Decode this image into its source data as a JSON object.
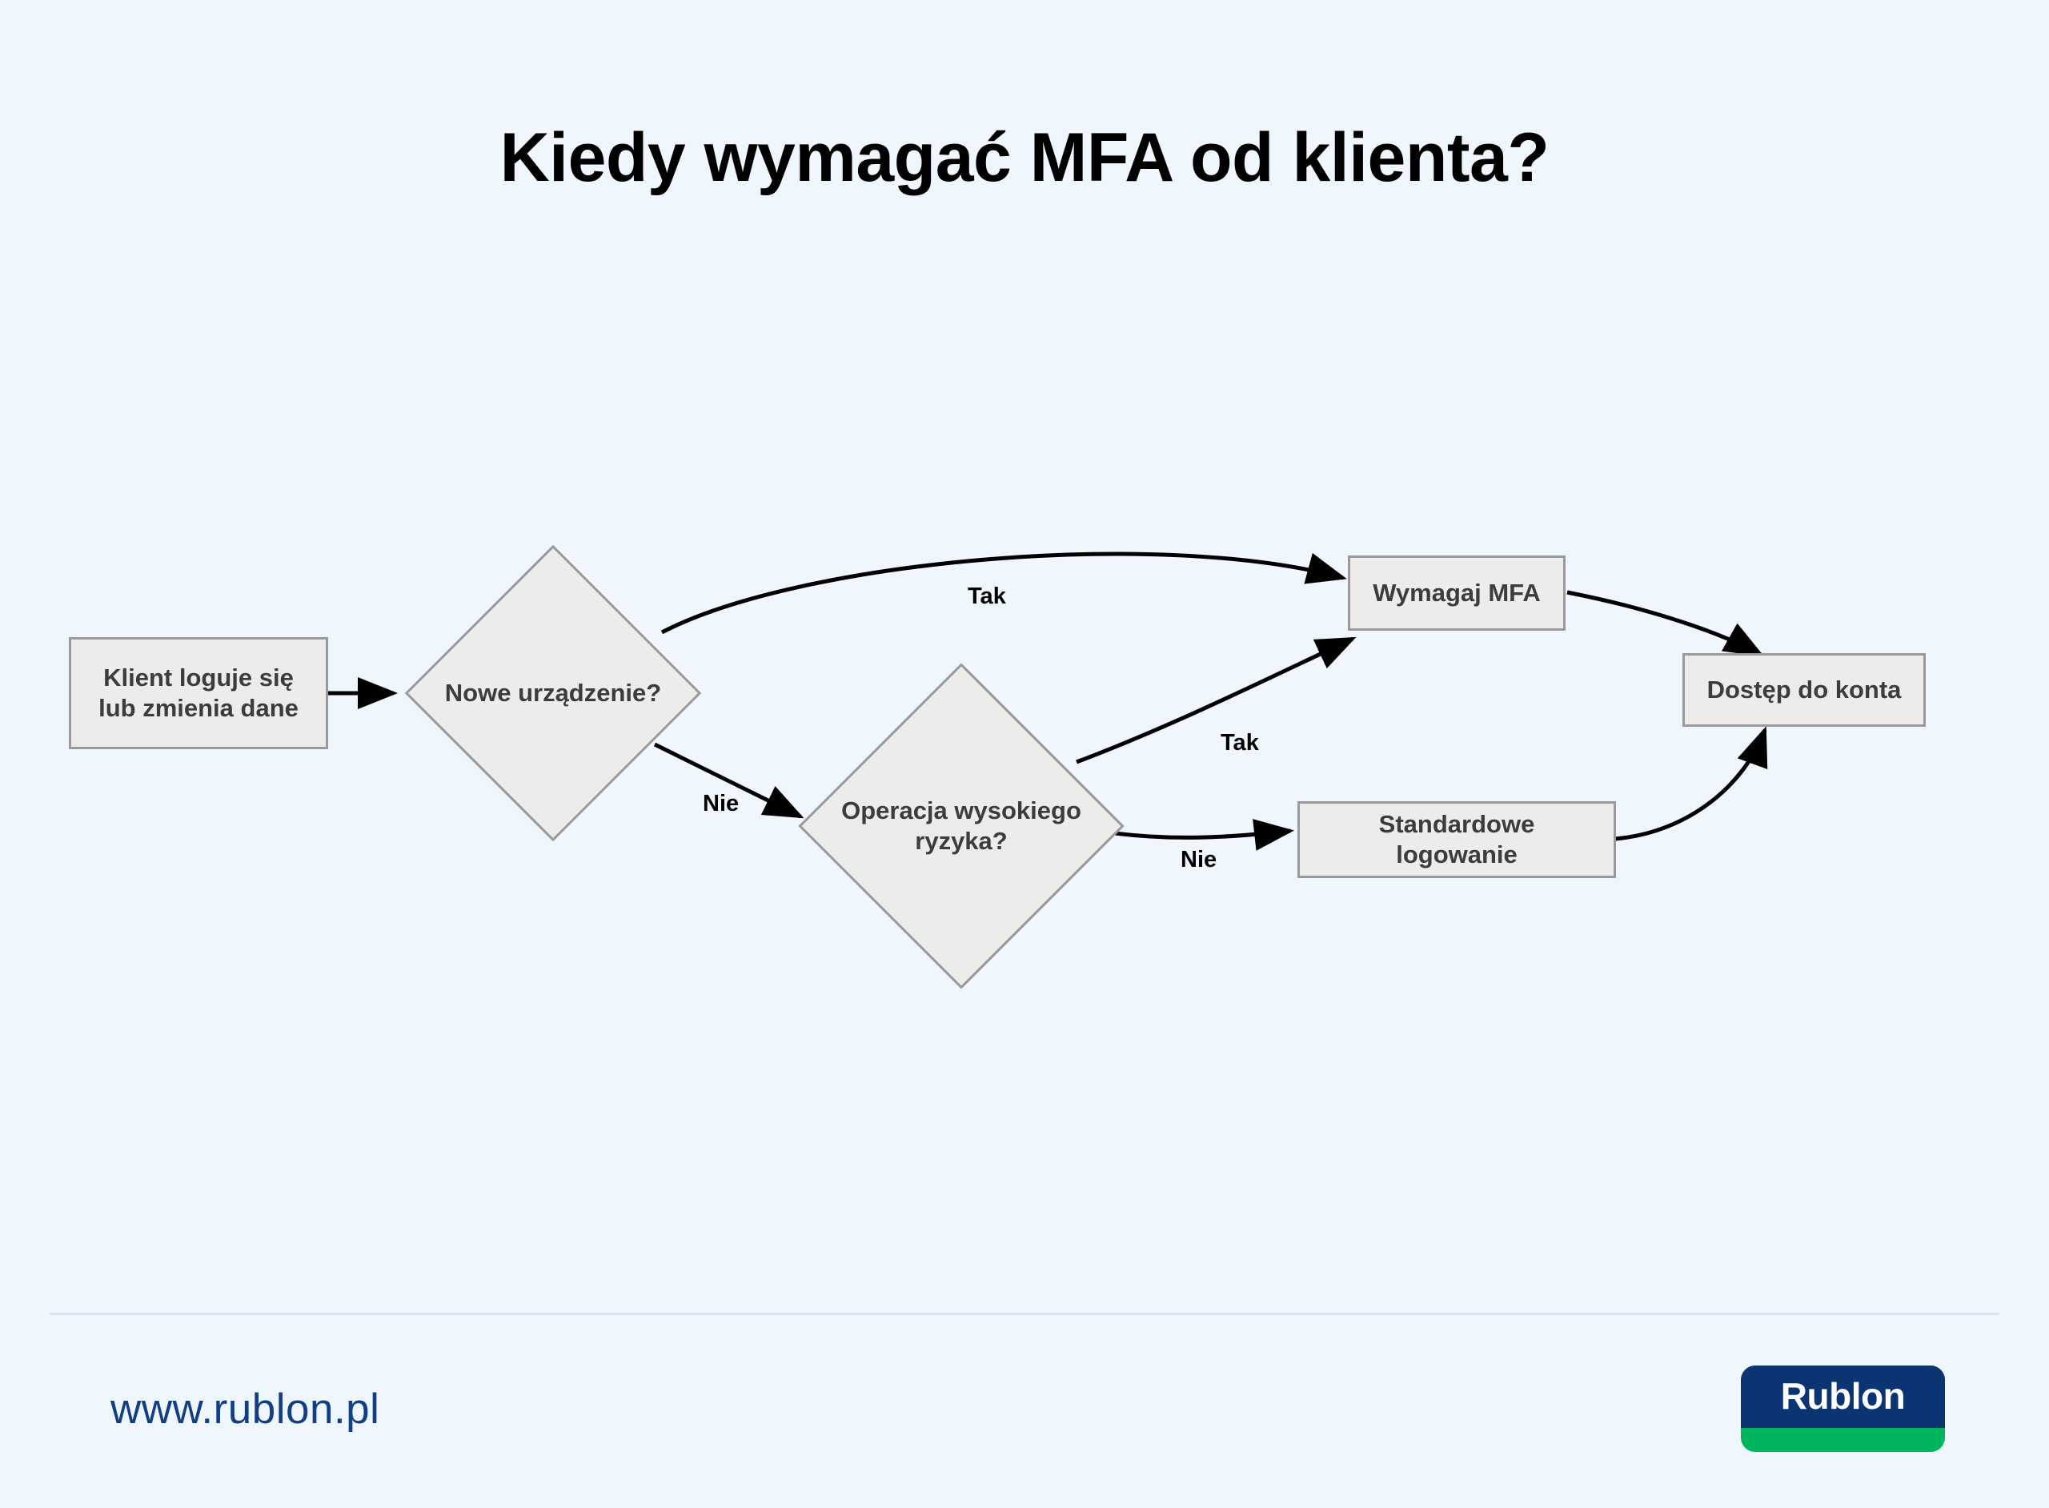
{
  "slide": {
    "background_color": "#eff6fd",
    "title": "Kiedy wymagać MFA od klienta?"
  },
  "diagram": {
    "type": "flowchart",
    "node_fill_color": "#ececea",
    "node_border_color": "#9a9a9a",
    "text_color": "#3c3c3c",
    "nodes": [
      {
        "id": "start",
        "shape": "rectangle",
        "label_line1": "Klient loguje się",
        "label_line2": "lub zmienia dane"
      },
      {
        "id": "dec1",
        "shape": "diamond",
        "label_line1": "Nowe urządzenie?",
        "label_line2": ""
      },
      {
        "id": "dec2",
        "shape": "diamond",
        "label_line1": "Operacja wysokiego",
        "label_line2": "ryzyka?"
      },
      {
        "id": "mfa",
        "shape": "rectangle",
        "label_line1": "Wymagaj MFA",
        "label_line2": ""
      },
      {
        "id": "standard",
        "shape": "rectangle",
        "label_line1": "Standardowe",
        "label_line2": "logowanie"
      },
      {
        "id": "access",
        "shape": "rectangle",
        "label_line1": "Dostęp do konta",
        "label_line2": ""
      }
    ],
    "edges": [
      {
        "from": "start",
        "to": "dec1",
        "label": ""
      },
      {
        "from": "dec1",
        "to": "mfa",
        "label": "Tak"
      },
      {
        "from": "dec1",
        "to": "dec2",
        "label": "Nie"
      },
      {
        "from": "dec2",
        "to": "mfa",
        "label": "Tak"
      },
      {
        "from": "dec2",
        "to": "standard",
        "label": "Nie"
      },
      {
        "from": "mfa",
        "to": "access",
        "label": ""
      },
      {
        "from": "standard",
        "to": "access",
        "label": ""
      }
    ],
    "edge_labels": {
      "dec1_tak": "Tak",
      "dec1_nie": "Nie",
      "dec2_tak": "Tak",
      "dec2_nie": "Nie"
    }
  },
  "footer": {
    "url": "www.rublon.pl",
    "url_color": "#123f84",
    "logo_text": "Rublon",
    "logo_navy": "#0b3472",
    "logo_green": "#00b45e"
  }
}
